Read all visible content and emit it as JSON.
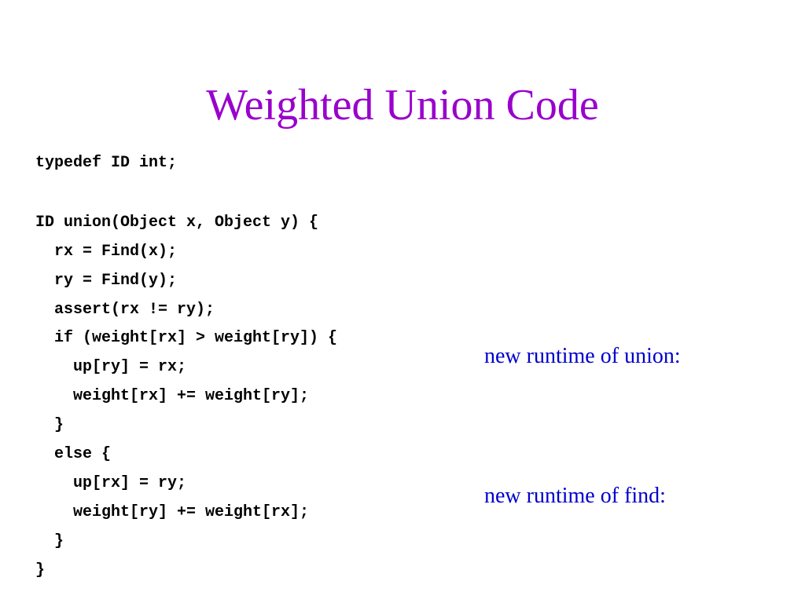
{
  "slide": {
    "title": "Weighted Union Code",
    "title_color": "#9900cc",
    "code_lines": [
      "typedef ID int;",
      "",
      "ID union(Object x, Object y) {",
      "  rx = Find(x);",
      "  ry = Find(y);",
      "  assert(rx != ry);",
      "  if (weight[rx] > weight[ry]) {",
      "    up[ry] = rx;",
      "    weight[rx] += weight[ry];",
      "  }",
      "  else {",
      "    up[rx] = ry;",
      "    weight[ry] += weight[rx];",
      "  }",
      "}"
    ],
    "notes": {
      "union": "new runtime of union:",
      "find": "new runtime of find:"
    },
    "note_color": "#0000cc"
  }
}
